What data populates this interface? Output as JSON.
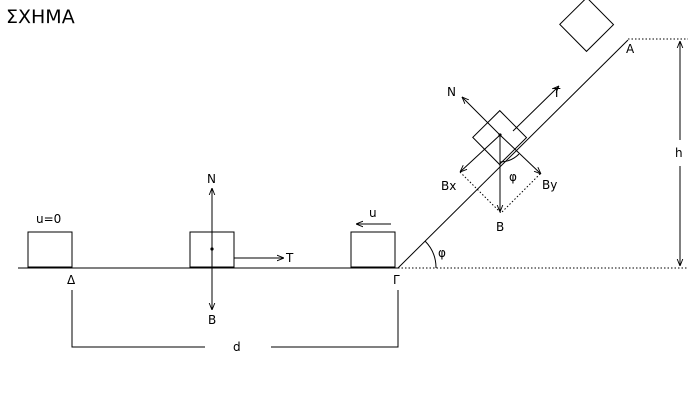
{
  "title": "ΣΧΗΜΑ",
  "labels": {
    "A": "Α",
    "Gamma": "Γ",
    "Delta": "Δ",
    "h": "h",
    "d": "d",
    "phi": "φ",
    "u0": "u=0",
    "u": "u",
    "N": "N",
    "T": "T",
    "B": "B",
    "Bx": "Bx",
    "By": "By"
  }
}
